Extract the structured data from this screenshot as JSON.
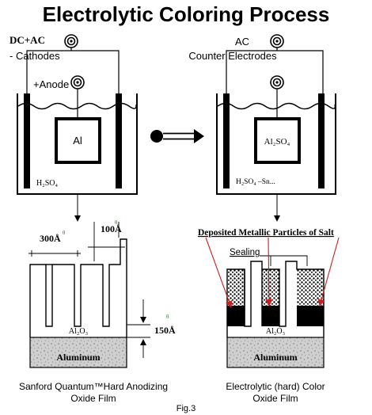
{
  "title": "Electrolytic Coloring Process",
  "left_cell": {
    "power_label_1": "DC+AC",
    "power_label_2": "- Cathodes",
    "anode_label": "+Anode",
    "part_label": "Al",
    "electrolyte": "H₂SO₄"
  },
  "right_cell": {
    "power_label_1": "AC",
    "power_label_2": "Counter Electrodes",
    "part_label": "Al₂SO₄",
    "electrolyte": "H₂SO₄ –Sn..."
  },
  "left_film": {
    "pore_width": "300Å",
    "wall_width": "100Å",
    "barrier_thickness": "150Å",
    "oxide_label": "Al₂O₃",
    "substrate_label": "Aluminum",
    "caption_line_1": "Sanford Quantum™Hard Anodizing",
    "caption_line_2": "Oxide Film"
  },
  "right_film": {
    "particles_label": "Deposited Metallic Particles of Salt",
    "sealing_label": "Sealing",
    "oxide_label": "Al₂O₃",
    "substrate_label": "Aluminum",
    "caption_line_1": "Electrolytic (hard) Color",
    "caption_line_2": "Oxide Film"
  },
  "figure_label": "Fig.3",
  "colors": {
    "ink": "#000000",
    "arrow_red": "#cc1f1f",
    "substrate_fill": "#cfcfcf",
    "speckle": "#8a8a8a"
  }
}
